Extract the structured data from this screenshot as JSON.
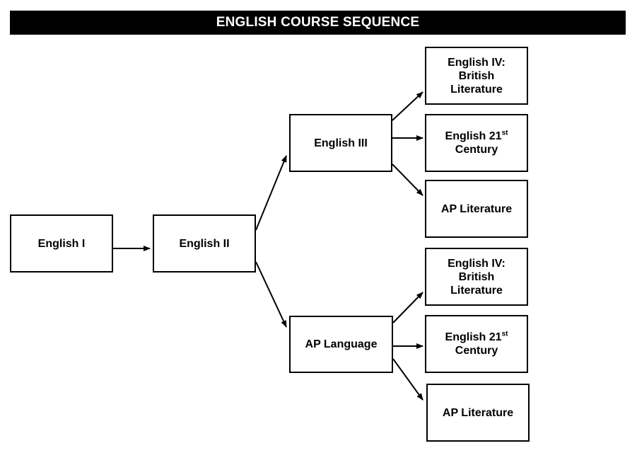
{
  "title": "ENGLISH COURSE SEQUENCE",
  "nodes": {
    "english_1": "English I",
    "english_2": "English II",
    "english_3": "English III",
    "ap_language": "AP Language",
    "top": {
      "british_lit": {
        "line1": "English IV:",
        "line2": "British",
        "line3": "Literature"
      },
      "english_21st": {
        "line1": "English 21",
        "sup": "st",
        "line2": "Century"
      },
      "ap_literature": "AP Literature"
    },
    "bottom": {
      "british_lit": {
        "line1": "English IV:",
        "line2": "British",
        "line3": "Literature"
      },
      "english_21st": {
        "line1": "English 21",
        "sup": "st",
        "line2": "Century"
      },
      "ap_literature": "AP Literature"
    }
  },
  "colors": {
    "title_bg": "#000000",
    "title_text": "#ffffff",
    "border": "#000000"
  }
}
